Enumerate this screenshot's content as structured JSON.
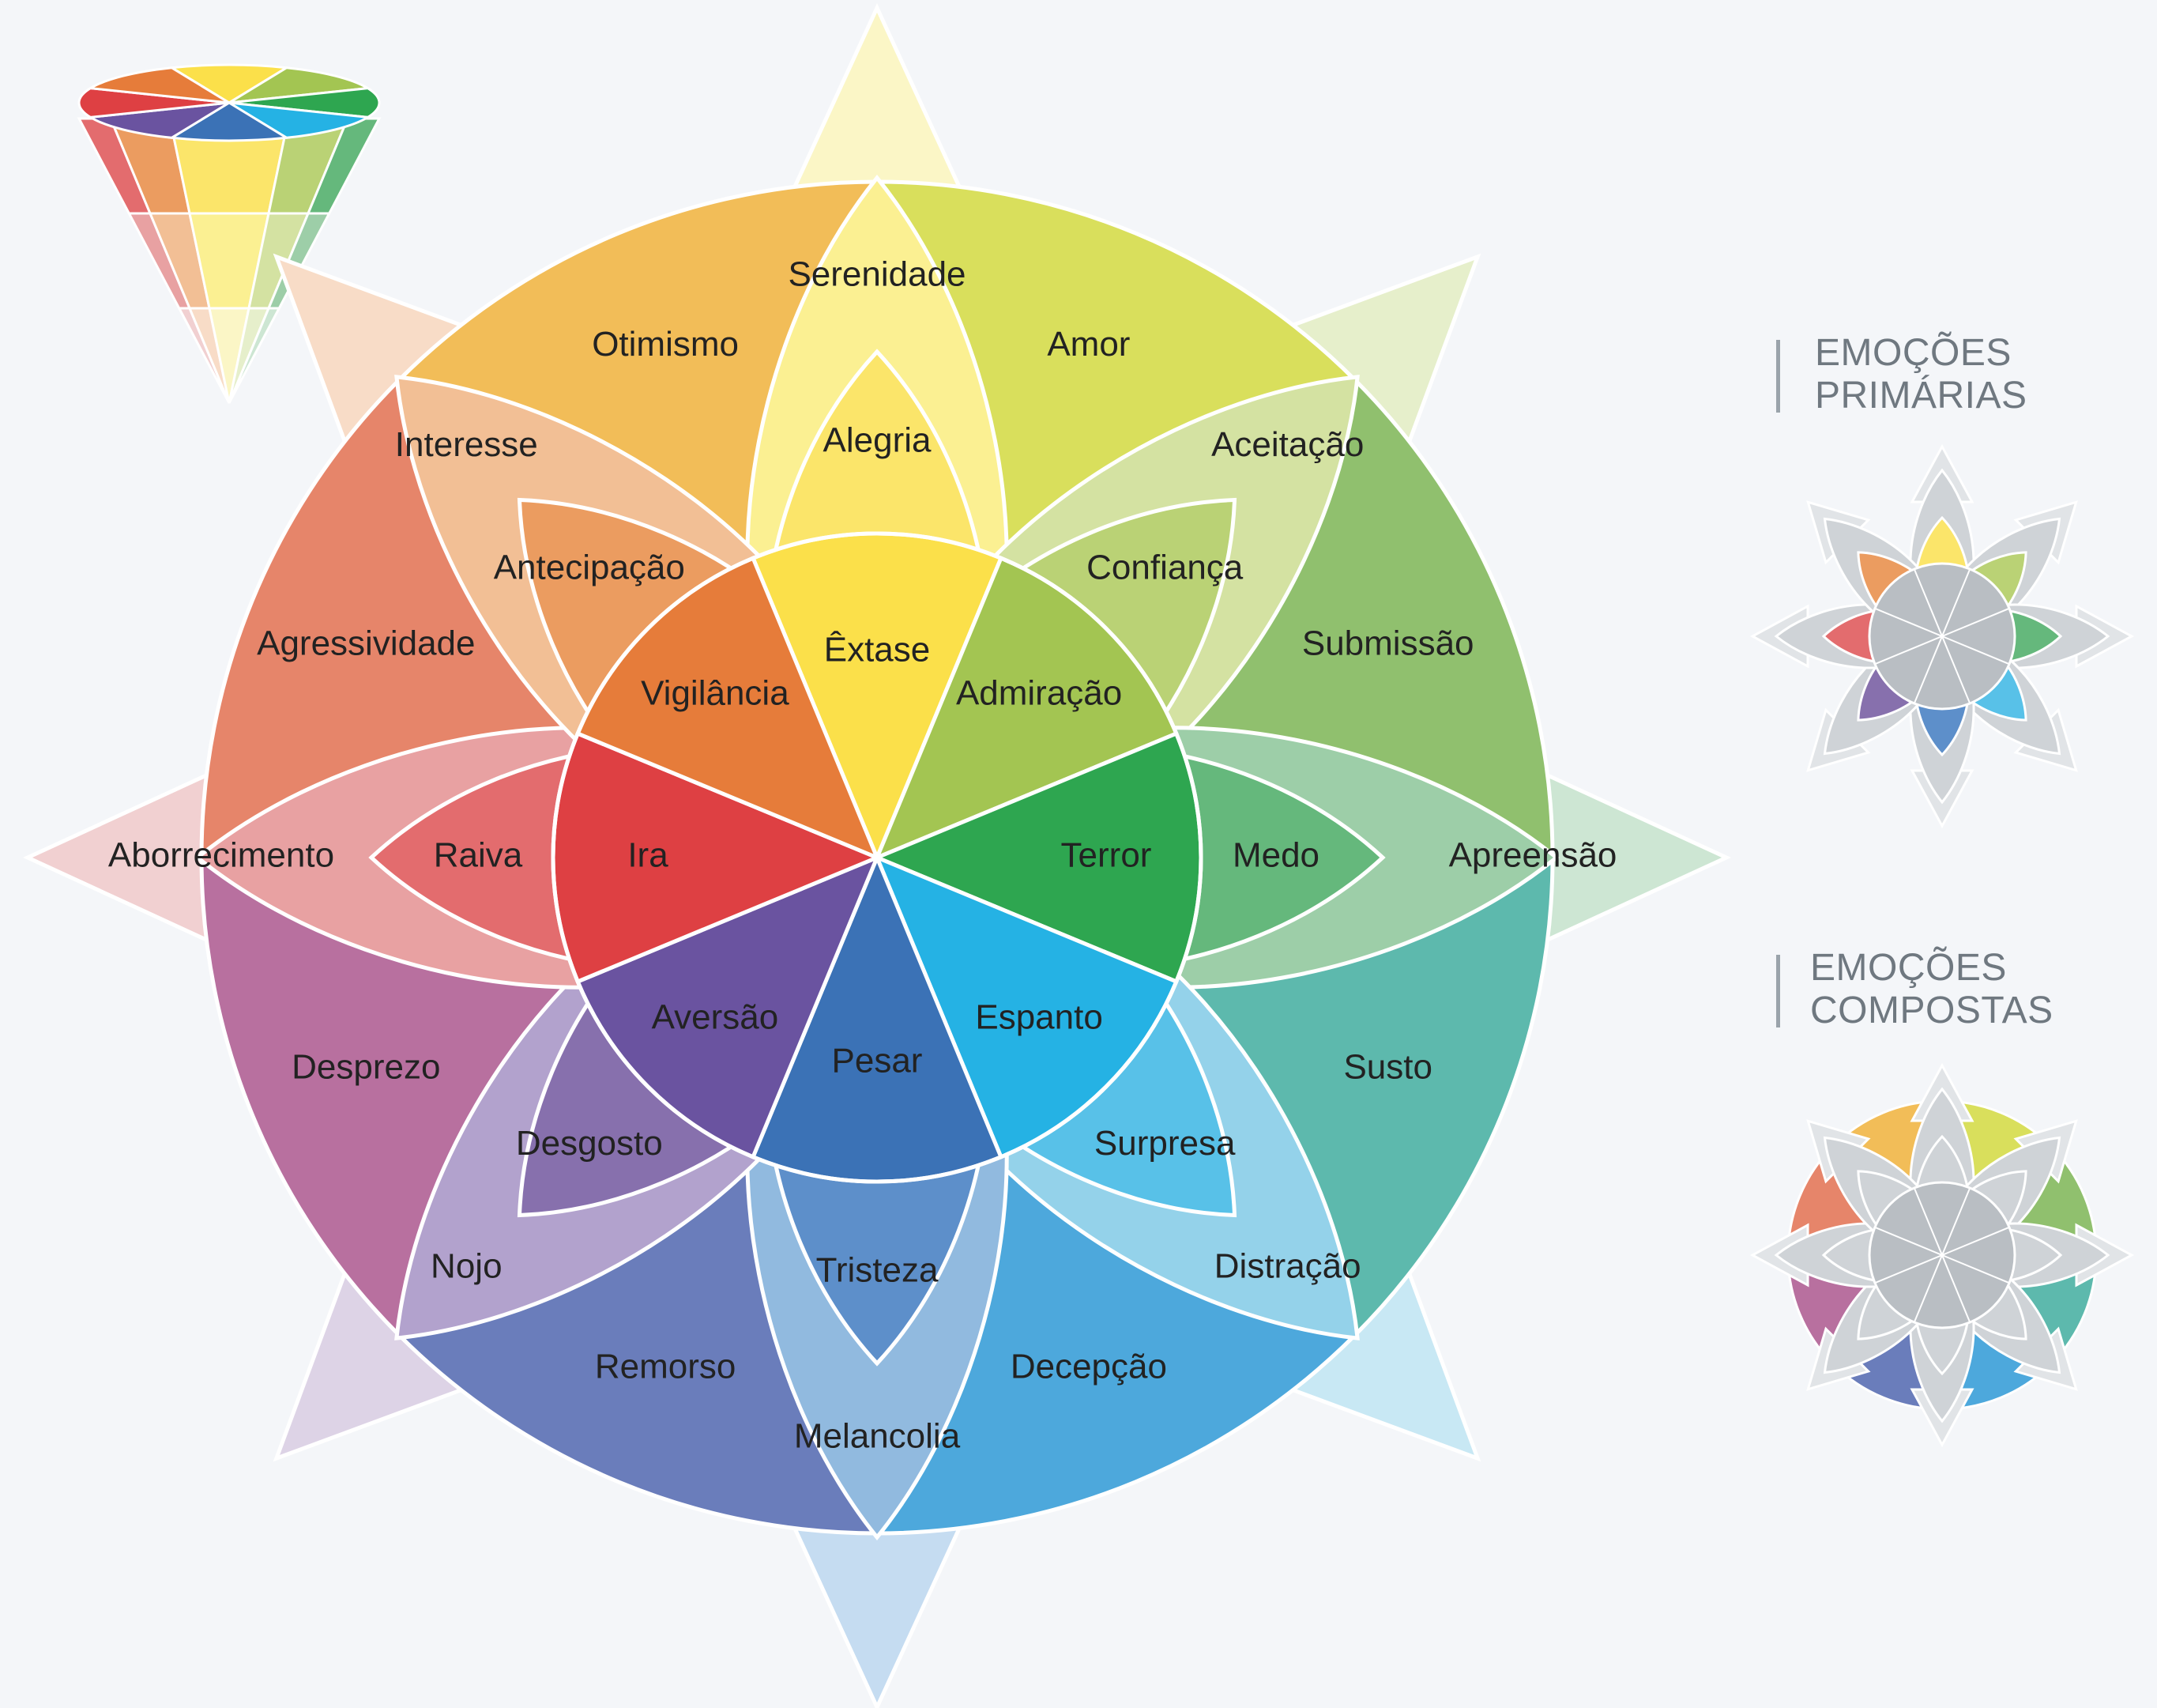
{
  "wheel": {
    "petals": [
      {
        "key": "joy",
        "angle": 90,
        "inner": "Êxtase",
        "mid": "Alegria",
        "outer": "Serenidade",
        "c": [
          "#fbe04a",
          "#fbe56a",
          "#fbf092",
          "#fbf6c6"
        ]
      },
      {
        "key": "trust",
        "angle": 45,
        "inner": "Admiração",
        "mid": "Confiança",
        "outer": "Aceitação",
        "c": [
          "#a3c552",
          "#bad275",
          "#d4e2a2",
          "#e6efcb"
        ]
      },
      {
        "key": "fear",
        "angle": 0,
        "inner": "Terror",
        "mid": "Medo",
        "outer": "Apreensão",
        "c": [
          "#2ea650",
          "#65b87c",
          "#9dcea8",
          "#cde6d3"
        ]
      },
      {
        "key": "surprise",
        "angle": -45,
        "inner": "Espanto",
        "mid": "Surpresa",
        "outer": "Distração",
        "c": [
          "#25b2e4",
          "#58c1e8",
          "#94d2ea",
          "#c8e8f4"
        ]
      },
      {
        "key": "sadness",
        "angle": -90,
        "inner": "Pesar",
        "mid": "Tristeza",
        "outer": "Melancolia",
        "c": [
          "#3b72b6",
          "#5d8fca",
          "#91badf",
          "#c5dcf1"
        ]
      },
      {
        "key": "disgust",
        "angle": -135,
        "inner": "Aversão",
        "mid": "Desgosto",
        "outer": "Nojo",
        "c": [
          "#6a53a0",
          "#8770ad",
          "#b2a2cd",
          "#ddd3e6"
        ]
      },
      {
        "key": "anger",
        "angle": 180,
        "inner": "Ira",
        "mid": "Raiva",
        "outer": "Aborrecimento",
        "c": [
          "#de4043",
          "#e36c6e",
          "#e8a1a2",
          "#f1d0d1"
        ]
      },
      {
        "key": "anticipation",
        "angle": 135,
        "inner": "Vigilância",
        "mid": "Antecipação",
        "outer": "Interesse",
        "c": [
          "#e67c3a",
          "#eb9c60",
          "#f2bf95",
          "#f8dcc7"
        ]
      }
    ],
    "dyads": [
      {
        "angle": 67.5,
        "label": "Amor",
        "c": "#d9df5c"
      },
      {
        "angle": 22.5,
        "label": "Submissão",
        "c": "#90c06e"
      },
      {
        "angle": -22.5,
        "label": "Susto",
        "c": "#5db9ad"
      },
      {
        "angle": -67.5,
        "label": "Decepção",
        "c": "#4da8dc"
      },
      {
        "angle": -112.5,
        "label": "Remorso",
        "c": "#6a7dbb"
      },
      {
        "angle": -157.5,
        "label": "Desprezo",
        "c": "#b8709f"
      },
      {
        "angle": 157.5,
        "label": "Agressividade",
        "c": "#e6856a"
      },
      {
        "angle": 112.5,
        "label": "Otimismo",
        "c": "#f2bd58"
      }
    ]
  },
  "legend": {
    "primary_title_1": "EMOÇÕES",
    "primary_title_2": "PRIMÁRIAS",
    "compound_title_1": "EMOÇÕES",
    "compound_title_2": "COMPOSTAS"
  }
}
